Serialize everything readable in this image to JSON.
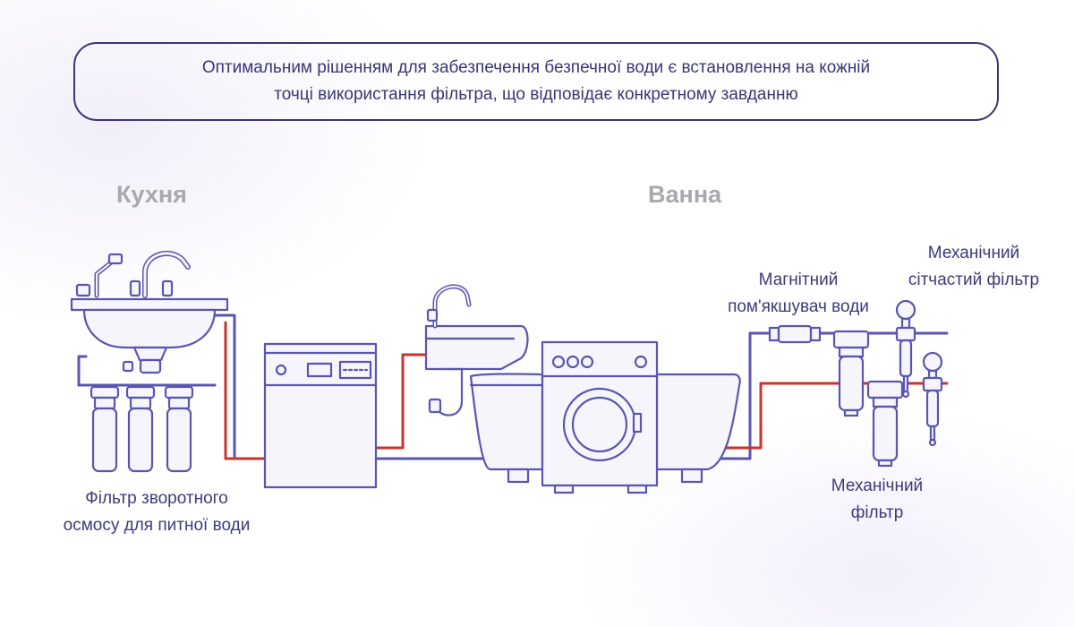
{
  "banner": {
    "line1": "Оптимальним рішенням для забезпечення безпечної води є встановлення на кожній",
    "line2": "точці використання фільтра, що відповідає конкретному завданню"
  },
  "rooms": {
    "kitchen": "Кухня",
    "bathroom": "Ванна"
  },
  "labels": {
    "ro_filter": {
      "line1": "Фільтр зворотного",
      "line2": "осмосу для питної води"
    },
    "magnetic": {
      "line1": "Магнітний",
      "line2": "пом'якшувач води"
    },
    "mesh_filter": {
      "line1": "Механічний",
      "line2": "сітчастий фільтр"
    },
    "mech_filter": {
      "line1": "Механічний",
      "line2": "фільтр"
    }
  },
  "colors": {
    "outline": "#5a56b0",
    "cold_pipe": "#5a56b0",
    "hot_pipe": "#c9352b",
    "banner_border": "#3b3576",
    "room_title": "#a9a9ad",
    "fill": "#f6f5fb"
  }
}
